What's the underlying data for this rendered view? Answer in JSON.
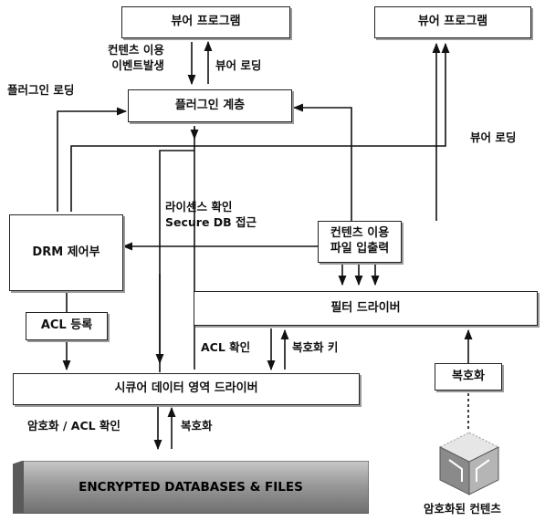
{
  "boxes": {
    "viewer_left": "뷰어 프로그램",
    "viewer_right": "뷰어 프로그램",
    "plugin_layer": "플러그인 계층",
    "drm_control": "DRM 제어부",
    "content_io_line1": "컨텐츠 이용",
    "content_io_line2": "파일 입출력",
    "acl_register": "ACL 등록",
    "filter_driver": "필터 드라이버",
    "secure_data_driver": "시큐어 데이터 영역 드라이버",
    "decrypt_box": "복호화",
    "encrypted_db": "ENCRYPTED DATABASES & FILES"
  },
  "labels": {
    "content_use_event_1": "컨텐츠 이용",
    "content_use_event_2": "이벤트발생",
    "viewer_loading_1": "뷰어 로딩",
    "plugin_loading": "플러그인 로딩",
    "viewer_loading_2": "뷰어 로딩",
    "license_check": "라이센스 확인",
    "secure_db_access": "Secure DB 접근",
    "acl_check": "ACL 확인",
    "decrypt_key": "복호화 키",
    "encrypt_acl_check": "암호화 / ACL 확인",
    "decrypt": "복호화",
    "encrypted_content": "암호화된 컨텐츠"
  }
}
